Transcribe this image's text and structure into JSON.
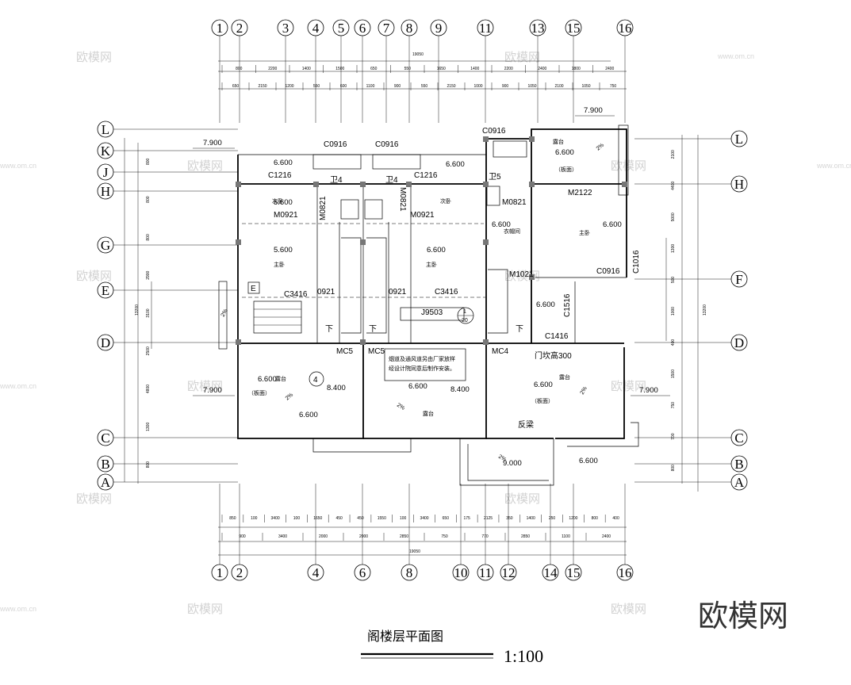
{
  "drawing": {
    "title": "阁楼层平面图",
    "scale": "1:100",
    "logo": "欧模网",
    "watermark": "欧模网",
    "watermark_url": "www.om.cn"
  },
  "axes": {
    "top": [
      "1",
      "2",
      "3",
      "4",
      "5",
      "6",
      "7",
      "8",
      "9",
      "11",
      "13",
      "15",
      "16"
    ],
    "bottom": [
      "1",
      "2",
      "4",
      "6",
      "8",
      "10",
      "11",
      "12",
      "14",
      "15",
      "16"
    ],
    "left": [
      "L",
      "K",
      "J",
      "H",
      "G",
      "E",
      "D",
      "C",
      "B",
      "A"
    ],
    "right": [
      "L",
      "H",
      "F",
      "D",
      "C",
      "B",
      "A"
    ]
  },
  "dimensions": {
    "top_total": "19050",
    "top_row1": [
      "800",
      "2200",
      "1400",
      "1500",
      "650",
      "550",
      "1650",
      "1400",
      "2200",
      "2400",
      "1800",
      "2400"
    ],
    "top_row2": [
      "650",
      "2150",
      "1200",
      "550",
      "600",
      "1100",
      "900",
      "550",
      "2150",
      "1000",
      "900",
      "1050",
      "2100",
      "1050",
      "750"
    ],
    "bottom_total": "19050",
    "bottom_row1": [
      "850",
      "100",
      "3400",
      "100",
      "1650",
      "450",
      "450",
      "1550",
      "100",
      "3400",
      "650",
      "175",
      "2125",
      "350",
      "1400",
      "250",
      "1200",
      "800",
      "400"
    ],
    "bottom_row2": [
      "900",
      "3400",
      "2000",
      "2000",
      "2850",
      "750",
      "770",
      "2850",
      "1100",
      "2400"
    ],
    "left_total": "13200",
    "right_total": "13200",
    "left_marks": [
      "800",
      "800",
      "800",
      "2900",
      "3100",
      "2500",
      "4800",
      "1300",
      "800"
    ],
    "right_marks": [
      "2100",
      "4400",
      "5000",
      "1300",
      "500",
      "1000",
      "400",
      "1500",
      "750",
      "700",
      "800"
    ]
  },
  "rooms": [
    {
      "id": "bedroom-1",
      "label": "次卧"
    },
    {
      "id": "bedroom-2",
      "label": "次卧"
    },
    {
      "id": "master-bedroom-1",
      "label": "主卧"
    },
    {
      "id": "master-bedroom-2",
      "label": "主卧"
    },
    {
      "id": "master-bedroom-3",
      "label": "主卧"
    },
    {
      "id": "wc-1",
      "label": "卫4"
    },
    {
      "id": "wc-2",
      "label": "卫4"
    },
    {
      "id": "wc-3",
      "label": "卫5"
    },
    {
      "id": "closet",
      "label": "衣帽间"
    },
    {
      "id": "terrace-1",
      "label": "露台"
    },
    {
      "id": "terrace-2",
      "label": "露台"
    },
    {
      "id": "terrace-3",
      "label": "露台"
    },
    {
      "id": "terrace-4",
      "label": "露台"
    },
    {
      "id": "slab-1",
      "label": "（板面）"
    },
    {
      "id": "slab-2",
      "label": "（板面）"
    },
    {
      "id": "slab-3",
      "label": "（板面）"
    }
  ],
  "openings": [
    "C0916",
    "C0916",
    "C0916",
    "C0916",
    "C1216",
    "C1216",
    "M0921",
    "M0921",
    "M0821",
    "M0821",
    "M0821",
    "M2122",
    "C1016",
    "C3416",
    "C3416",
    "M1021",
    "C1516",
    "C1416",
    "MC5",
    "MC5",
    "MC4",
    "0921",
    "0921",
    "J9503"
  ],
  "elevations": [
    "7.900",
    "7.900",
    "7.900",
    "7.900",
    "6.600",
    "6.600",
    "6.600",
    "6.600",
    "6.600",
    "6.600",
    "6.600",
    "6.600",
    "6.600",
    "6.600",
    "6.600",
    "6.600",
    "5.600",
    "5.600",
    "8.400",
    "8.400",
    "9.000"
  ],
  "notes": {
    "shaft_note_1": "烟道及通风道另由厂家放样",
    "shaft_note_2": "经设计院同意后制作安装。",
    "sill_note": "门坎高300",
    "slope": "2%",
    "down": "下",
    "section_num": "1",
    "section_sheet": "20",
    "callout_4": "4",
    "callout_e": "E",
    "beam": "反梁"
  }
}
